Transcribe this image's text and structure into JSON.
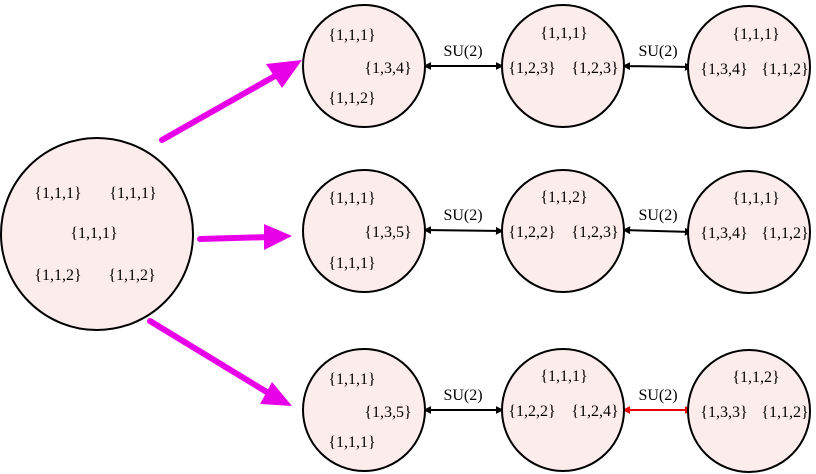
{
  "colors": {
    "node_fill": "#fcecec",
    "node_stroke": "#000000",
    "big_arrow": "#e800e8",
    "connector": "#000000",
    "highlight": "#e80000"
  },
  "source": {
    "labels": [
      "{1,1,1}",
      "{1,1,1}",
      "{1,1,1}",
      "{1,1,2}",
      "{1,1,2}"
    ]
  },
  "rows": [
    {
      "nodes": [
        {
          "labels": [
            "{1,1,1}",
            "{1,3,4}",
            "{1,1,2}"
          ]
        },
        {
          "labels": [
            "{1,1,1}",
            "{1,2,3}",
            "{1,2,3}"
          ]
        },
        {
          "labels": [
            "{1,1,1}",
            "{1,3,4}",
            "{1,1,2}"
          ]
        }
      ],
      "edges": [
        {
          "label": "SU(2)",
          "color": "#000000"
        },
        {
          "label": "SU(2)",
          "color": "#000000"
        }
      ]
    },
    {
      "nodes": [
        {
          "labels": [
            "{1,1,1}",
            "{1,3,5}",
            "{1,1,1}"
          ]
        },
        {
          "labels": [
            "{1,1,2}",
            "{1,2,2}",
            "{1,2,3}"
          ]
        },
        {
          "labels": [
            "{1,1,1}",
            "{1,3,4}",
            "{1,1,2}"
          ]
        }
      ],
      "edges": [
        {
          "label": "SU(2)",
          "color": "#000000"
        },
        {
          "label": "SU(2)",
          "color": "#000000"
        }
      ]
    },
    {
      "nodes": [
        {
          "labels": [
            "{1,1,1}",
            "{1,3,5}",
            "{1,1,1}"
          ]
        },
        {
          "labels": [
            "{1,1,1}",
            "{1,2,2}",
            "{1,2,4}"
          ]
        },
        {
          "labels": [
            "{1,1,2}",
            "{1,3,3}",
            "{1,1,2}"
          ]
        }
      ],
      "edges": [
        {
          "label": "SU(2)",
          "color": "#000000"
        },
        {
          "label": "SU(2)",
          "color": "#e80000"
        }
      ]
    }
  ]
}
